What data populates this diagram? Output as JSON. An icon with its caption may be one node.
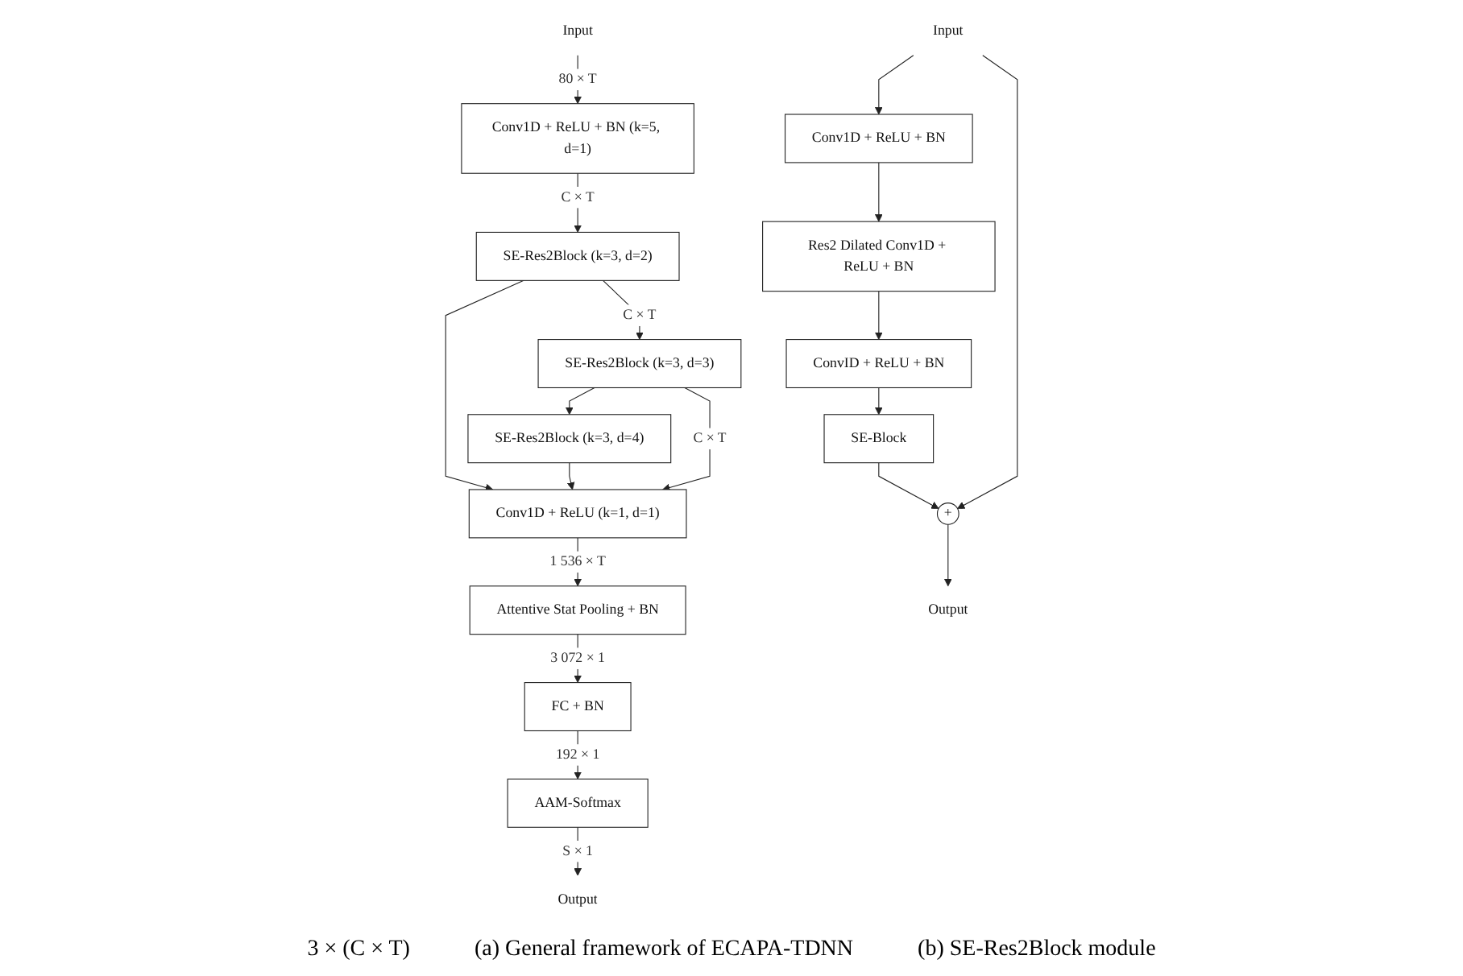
{
  "diagram": {
    "nodes": [
      {
        "text": [
          "Input"
        ]
      },
      {
        "text": [
          "Conv1D + ReLU + BN (k=5, d=1)"
        ]
      },
      {
        "text": [
          "SE-Res2Block (k=3, d=2)"
        ]
      },
      {
        "text": [
          "SE-Res2Block (k=3, d=3)"
        ]
      },
      {
        "text": [
          "SE-Res2Block (k=3, d=4)"
        ]
      },
      {
        "text": [
          "Conv1D + ReLU (k=1, d=1)"
        ]
      },
      {
        "text": [
          "Attentive Stat Pooling + BN"
        ]
      },
      {
        "text": [
          "FC + BN"
        ]
      },
      {
        "text": [
          "AAM-Softmax"
        ]
      },
      {
        "text": [
          "Output"
        ]
      },
      {
        "text": [
          "Input"
        ]
      },
      {
        "text": [
          "Conv1D + ReLU + BN"
        ]
      },
      {
        "text": [
          "Res2 Dilated Conv1D + ReLU + BN"
        ]
      },
      {
        "text": [
          "ConvID + ReLU + BN"
        ]
      },
      {
        "text": [
          "SE-Block"
        ]
      },
      {
        "text": [
          "+"
        ]
      },
      {
        "text": [
          "Output"
        ]
      }
    ],
    "edges": [
      {
        "from": 0,
        "to": 1,
        "arrow": "to",
        "label": "80 × T"
      },
      {
        "from": 1,
        "to": 2,
        "arrow": "to",
        "label": "C × T"
      },
      {
        "from": 2,
        "to": 3,
        "arrow": "to",
        "label": "C × T"
      },
      {
        "from": 3,
        "to": 4,
        "arrow": "to"
      },
      {
        "from": 2,
        "to": 5,
        "arrow": "to"
      },
      {
        "from": 4,
        "to": 5,
        "arrow": "to"
      },
      {
        "from": 3,
        "to": 5,
        "arrow": "to",
        "label": "C × T"
      },
      {
        "from": 5,
        "to": 6,
        "arrow": "to",
        "label": "1 536 × T"
      },
      {
        "from": 6,
        "to": 7,
        "arrow": "to",
        "label": "3 072 × 1"
      },
      {
        "from": 7,
        "to": 8,
        "arrow": "to",
        "label": "192 × 1"
      },
      {
        "from": 8,
        "to": 9,
        "arrow": "to",
        "label": "S × 1"
      },
      {
        "from": 10,
        "to": 11,
        "arrow": "to"
      },
      {
        "from": 11,
        "to": 12,
        "arrow": "to"
      },
      {
        "from": 12,
        "to": 13,
        "arrow": "to"
      },
      {
        "from": 13,
        "to": 14,
        "arrow": "to"
      },
      {
        "from": 14,
        "to": 15,
        "arrow": "to"
      },
      {
        "from": 10,
        "to": 15,
        "arrow": "to"
      },
      {
        "from": 15,
        "to": 16,
        "arrow": "to"
      }
    ],
    "labels": [
      "3 × (C × T)",
      "(a) General framework of ECAPA-TDNN",
      "(b) SE-Res2Block module"
    ]
  }
}
